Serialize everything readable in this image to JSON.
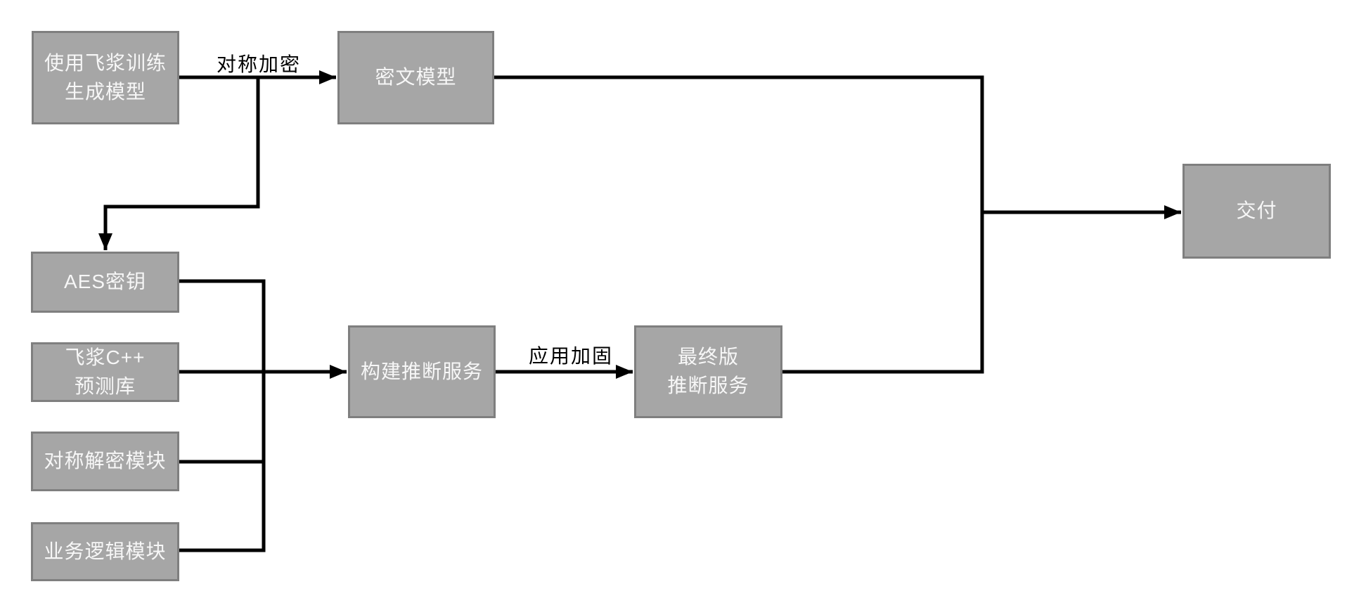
{
  "diagram": {
    "nodes": {
      "train": {
        "label": "使用飞浆训练\n生成模型"
      },
      "cipher": {
        "label": "密文模型"
      },
      "aes": {
        "label": "AES密钥"
      },
      "cpp": {
        "label": "飞浆C++\n预测库"
      },
      "decrypt": {
        "label": "对称解密模块"
      },
      "logic": {
        "label": "业务逻辑模块"
      },
      "build": {
        "label": "构建推断服务"
      },
      "final": {
        "label": "最终版\n推断服务"
      },
      "deliver": {
        "label": "交付"
      }
    },
    "edges": [
      {
        "from": "train",
        "to": "cipher",
        "label": "对称加密"
      },
      {
        "from": "train",
        "to": "aes",
        "label": ""
      },
      {
        "from": "cipher",
        "to": "deliver",
        "label": ""
      },
      {
        "from": "aes",
        "to": "build",
        "label": ""
      },
      {
        "from": "cpp",
        "to": "build",
        "label": ""
      },
      {
        "from": "decrypt",
        "to": "build",
        "label": ""
      },
      {
        "from": "logic",
        "to": "build",
        "label": ""
      },
      {
        "from": "build",
        "to": "final",
        "label": "应用加固"
      },
      {
        "from": "final",
        "to": "deliver",
        "label": ""
      }
    ],
    "colors": {
      "node_fill": "#a6a6a6",
      "node_border": "#7f7f7f",
      "node_text": "#f7f7f7",
      "connector": "#000000",
      "background": "#ffffff"
    }
  }
}
